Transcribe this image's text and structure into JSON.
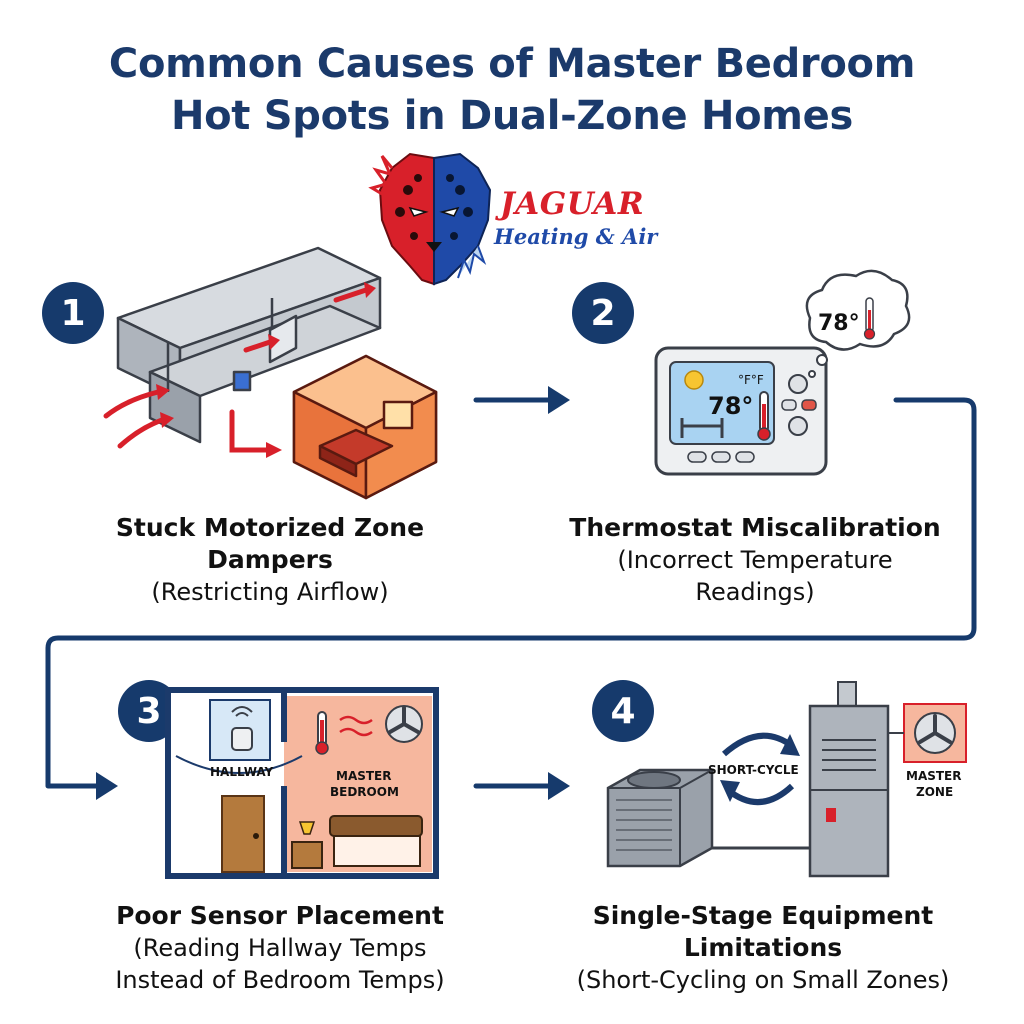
{
  "title": {
    "line1": "Common Causes of Master Bedroom",
    "line2": "Hot Spots in Dual-Zone Homes"
  },
  "logo": {
    "name": "JAGUAR",
    "tagline": "Heating & Air"
  },
  "steps": [
    {
      "number": "1",
      "title_line1": "Stuck Motorized Zone",
      "title_line2": "Dampers",
      "subtitle_line1": "(Restricting Airflow)",
      "subtitle_line2": ""
    },
    {
      "number": "2",
      "title_line1": "Thermostat Miscalibration",
      "title_line2": "",
      "subtitle_line1": "(Incorrect Temperature",
      "subtitle_line2": "Readings)",
      "thermostat_reading": "78°",
      "thought_reading": "78°",
      "unit_toggle": "°F°F"
    },
    {
      "number": "3",
      "title_line1": "Poor Sensor Placement",
      "title_line2": "",
      "subtitle_line1": "(Reading Hallway Temps",
      "subtitle_line2": "Instead of Bedroom Temps)",
      "room_hallway": "HALLWAY",
      "room_master_line1": "MASTER",
      "room_master_line2": "BEDROOM"
    },
    {
      "number": "4",
      "title_line1": "Single-Stage Equipment",
      "title_line2": "Limitations",
      "subtitle_line1": "(Short-Cycling on Small Zones)",
      "subtitle_line2": "",
      "cycle_label": "SHORT-CYCLE",
      "zone_label_line1": "MASTER",
      "zone_label_line2": "ZONE"
    }
  ],
  "colors": {
    "navy": "#163a6c",
    "title": "#1b3a6b",
    "red_arrow": "#d8202a",
    "jaguar_blue": "#1f4aa8"
  }
}
